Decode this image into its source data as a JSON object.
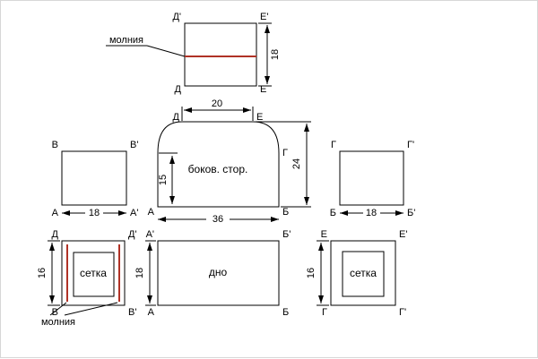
{
  "colors": {
    "background": "#ffffff",
    "line": "#000000",
    "accent_red": "#b03226"
  },
  "panels": {
    "zipper_top": {
      "corner_tl": "Д'",
      "corner_tr": "Е'",
      "corner_bl": "Д",
      "corner_br": "Е",
      "dim_height": "18",
      "zipper_label": "молния"
    },
    "side": {
      "name": "боков. стор.",
      "corner_top_left": "Д",
      "corner_top_right": "Е",
      "corner_right": "Г",
      "corner_bottom_left": "А",
      "corner_bottom_right": "Б",
      "dim_top": "20",
      "dim_left": "15",
      "dim_right": "24",
      "dim_bottom": "36"
    },
    "left_square": {
      "corner_tl": "В",
      "corner_tr": "В'",
      "corner_bl": "А",
      "corner_br": "А'",
      "dim_bottom": "18"
    },
    "right_square": {
      "corner_tl": "Г",
      "corner_tr": "Г'",
      "corner_bl": "Б",
      "corner_br": "Б'",
      "dim_bottom": "18"
    },
    "left_mesh": {
      "corner_tl": "Д",
      "corner_tr": "Д'",
      "corner_bl": "В",
      "corner_br": "В'",
      "dim_left": "16",
      "inner_label": "сетка",
      "zipper_label": "молния"
    },
    "bottom": {
      "name": "дно",
      "corner_tl": "А'",
      "corner_tr": "Б'",
      "corner_bl": "А",
      "corner_br": "Б",
      "dim_left": "18"
    },
    "right_mesh": {
      "corner_tl": "Е",
      "corner_tr": "Е'",
      "corner_bl": "Г",
      "corner_br": "Г'",
      "dim_left": "16",
      "inner_label": "сетка"
    }
  }
}
